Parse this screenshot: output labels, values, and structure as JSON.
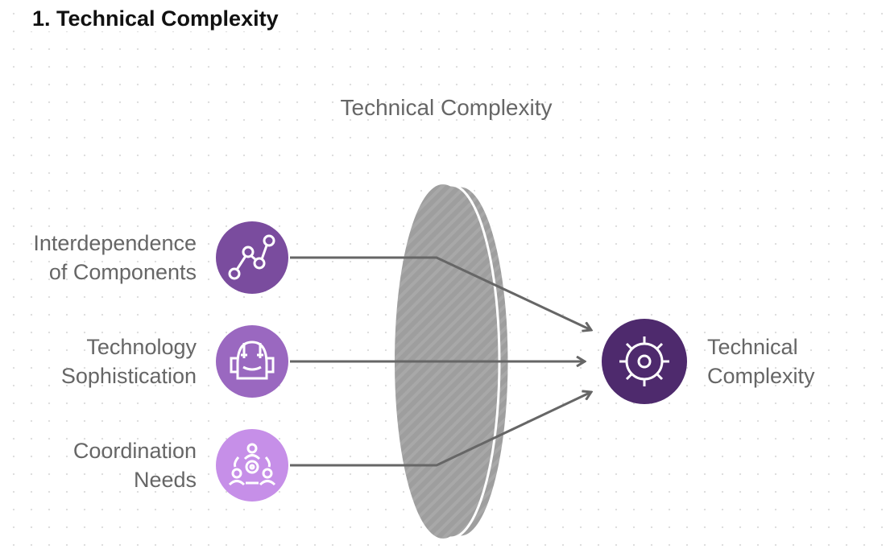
{
  "heading": "1. Technical Complexity",
  "diagram": {
    "title": "Technical Complexity",
    "inputs": [
      {
        "line1": "Interdependence",
        "line2": "of Components",
        "icon": "chart-line-icon",
        "color": "#7a4c9e"
      },
      {
        "line1": "Technology",
        "line2": "Sophistication",
        "icon": "robot-icon",
        "color": "#9a68c0"
      },
      {
        "line1": "Coordination",
        "line2": "Needs",
        "icon": "team-gear-icon",
        "color": "#c68fe8"
      }
    ],
    "output": {
      "line1": "Technical",
      "line2": "Complexity",
      "icon": "gear-sun-icon",
      "color": "#4e2a6d"
    },
    "lens_color": "#9e9e9e"
  }
}
